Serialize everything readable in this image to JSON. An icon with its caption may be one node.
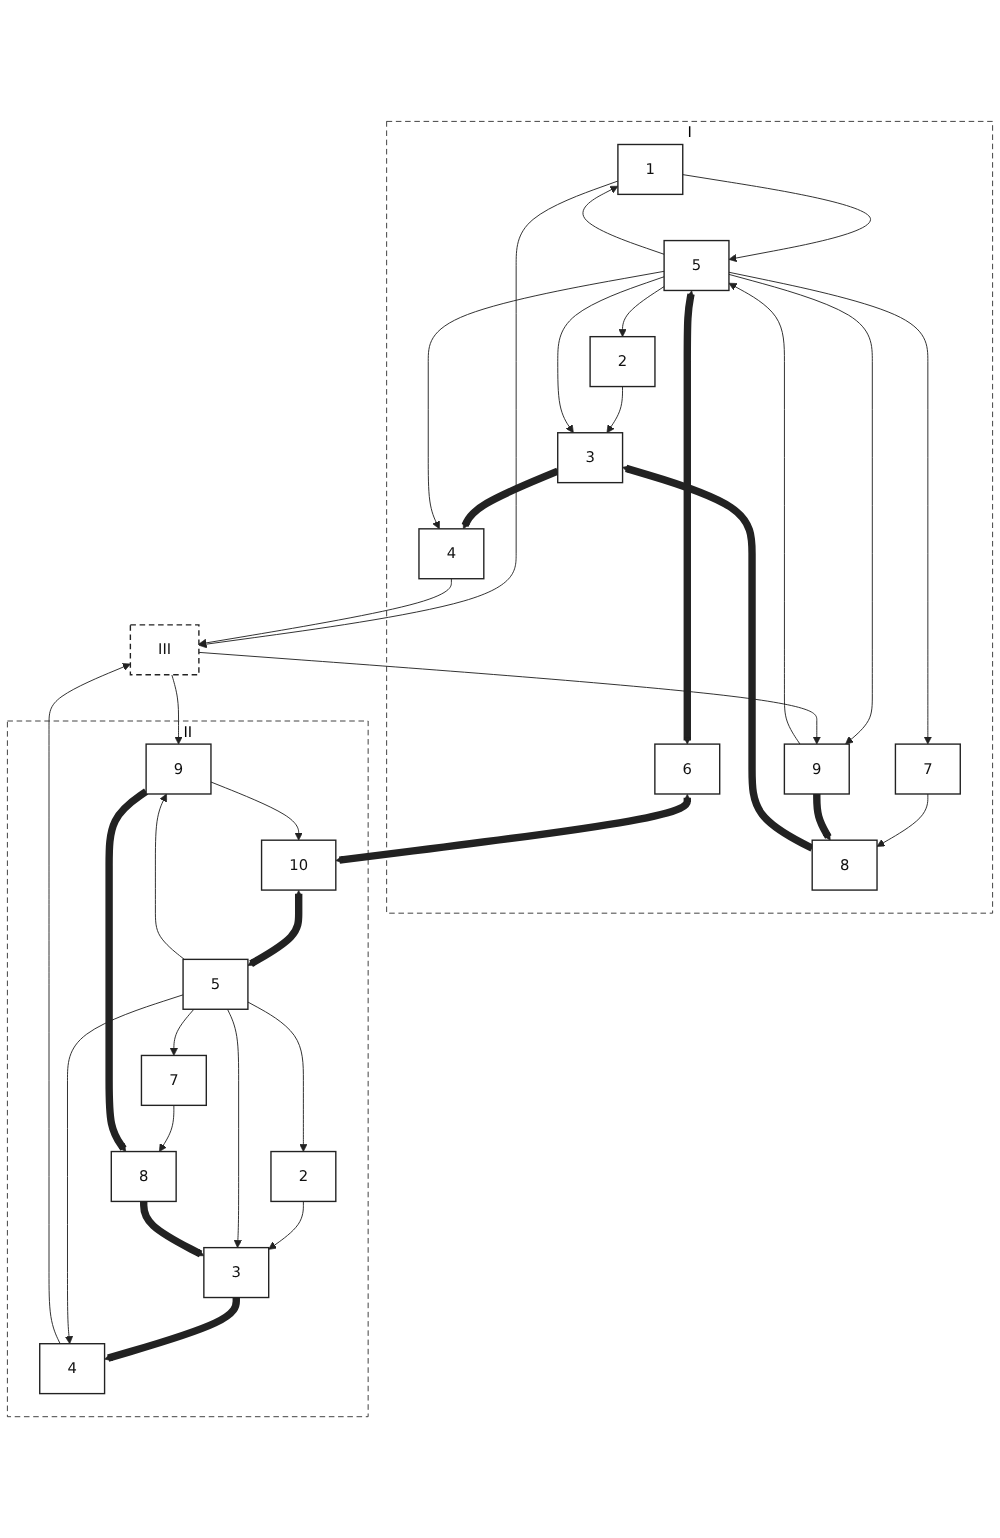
{
  "diagram": {
    "nodes": [
      {
        "text": [
          "I"
        ]
      },
      {
        "text": [
          "1"
        ],
        "in": 0
      },
      {
        "text": [
          "2"
        ],
        "in": 0
      },
      {
        "text": [
          "3"
        ],
        "in": 0
      },
      {
        "text": [
          "4"
        ],
        "in": 0
      },
      {
        "text": [
          "5"
        ],
        "in": 0
      },
      {
        "text": [
          "7"
        ],
        "in": 0
      },
      {
        "text": [
          "8"
        ],
        "in": 0
      },
      {
        "text": [
          "9"
        ],
        "in": 0
      },
      {
        "text": [
          "6"
        ],
        "in": 0
      },
      {
        "text": [
          "III"
        ]
      },
      {
        "text": [
          "II"
        ]
      },
      {
        "text": [
          "10"
        ],
        "in": 11
      },
      {
        "text": [
          "2"
        ],
        "in": 11
      },
      {
        "text": [
          "3"
        ],
        "in": 11
      },
      {
        "text": [
          "4"
        ],
        "in": 11
      },
      {
        "text": [
          "5"
        ],
        "in": 11
      },
      {
        "text": [
          "7"
        ],
        "in": 11
      },
      {
        "text": [
          "8"
        ],
        "in": 11
      },
      {
        "text": [
          "9"
        ],
        "in": 11
      }
    ],
    "edges": [
      {
        "from": 5,
        "to": 1,
        "arrow": "to"
      },
      {
        "from": 1,
        "to": 5,
        "arrow": "to"
      },
      {
        "from": 1,
        "to": 10,
        "arrow": "to"
      },
      {
        "from": 5,
        "to": 2,
        "arrow": "to"
      },
      {
        "from": 2,
        "to": 3,
        "arrow": "to"
      },
      {
        "from": 5,
        "to": 3,
        "arrow": "to"
      },
      {
        "from": 3,
        "to": 4,
        "arrow": "to",
        "style": "thick"
      },
      {
        "from": 5,
        "to": 4,
        "arrow": "to"
      },
      {
        "from": 5,
        "to": 8,
        "arrow": "to"
      },
      {
        "from": 8,
        "to": 5,
        "arrow": "to"
      },
      {
        "from": 5,
        "to": 6,
        "arrow": "to"
      },
      {
        "from": 6,
        "to": 7,
        "arrow": "to"
      },
      {
        "from": 7,
        "to": 3,
        "arrow": "to",
        "style": "thick"
      },
      {
        "from": 8,
        "to": 7,
        "arrow": "to",
        "style": "thick"
      },
      {
        "from": 5,
        "to": 9,
        "arrow": "both",
        "style": "thick"
      },
      {
        "from": 4,
        "to": 10,
        "arrow": "to"
      },
      {
        "from": 10,
        "to": 8,
        "arrow": "to"
      },
      {
        "from": 9,
        "to": 12,
        "arrow": "both",
        "style": "thick"
      },
      {
        "from": 12,
        "to": 16,
        "arrow": "both",
        "style": "thick"
      },
      {
        "from": 16,
        "to": 13,
        "arrow": "to"
      },
      {
        "from": 13,
        "to": 14,
        "arrow": "to"
      },
      {
        "from": 16,
        "to": 14,
        "arrow": "to"
      },
      {
        "from": 14,
        "to": 15,
        "arrow": "to",
        "style": "thick"
      },
      {
        "from": 16,
        "to": 15,
        "arrow": "to"
      },
      {
        "from": 16,
        "to": 19,
        "arrow": "to"
      },
      {
        "from": 16,
        "to": 17,
        "arrow": "to"
      },
      {
        "from": 17,
        "to": 18,
        "arrow": "to"
      },
      {
        "from": 18,
        "to": 14,
        "arrow": "to",
        "style": "thick"
      },
      {
        "from": 19,
        "to": 18,
        "arrow": "to",
        "style": "thick"
      },
      {
        "from": 19,
        "to": 12,
        "arrow": "to"
      },
      {
        "from": 15,
        "to": 10,
        "arrow": "to"
      },
      {
        "from": 10,
        "to": 19,
        "arrow": "to"
      }
    ]
  }
}
